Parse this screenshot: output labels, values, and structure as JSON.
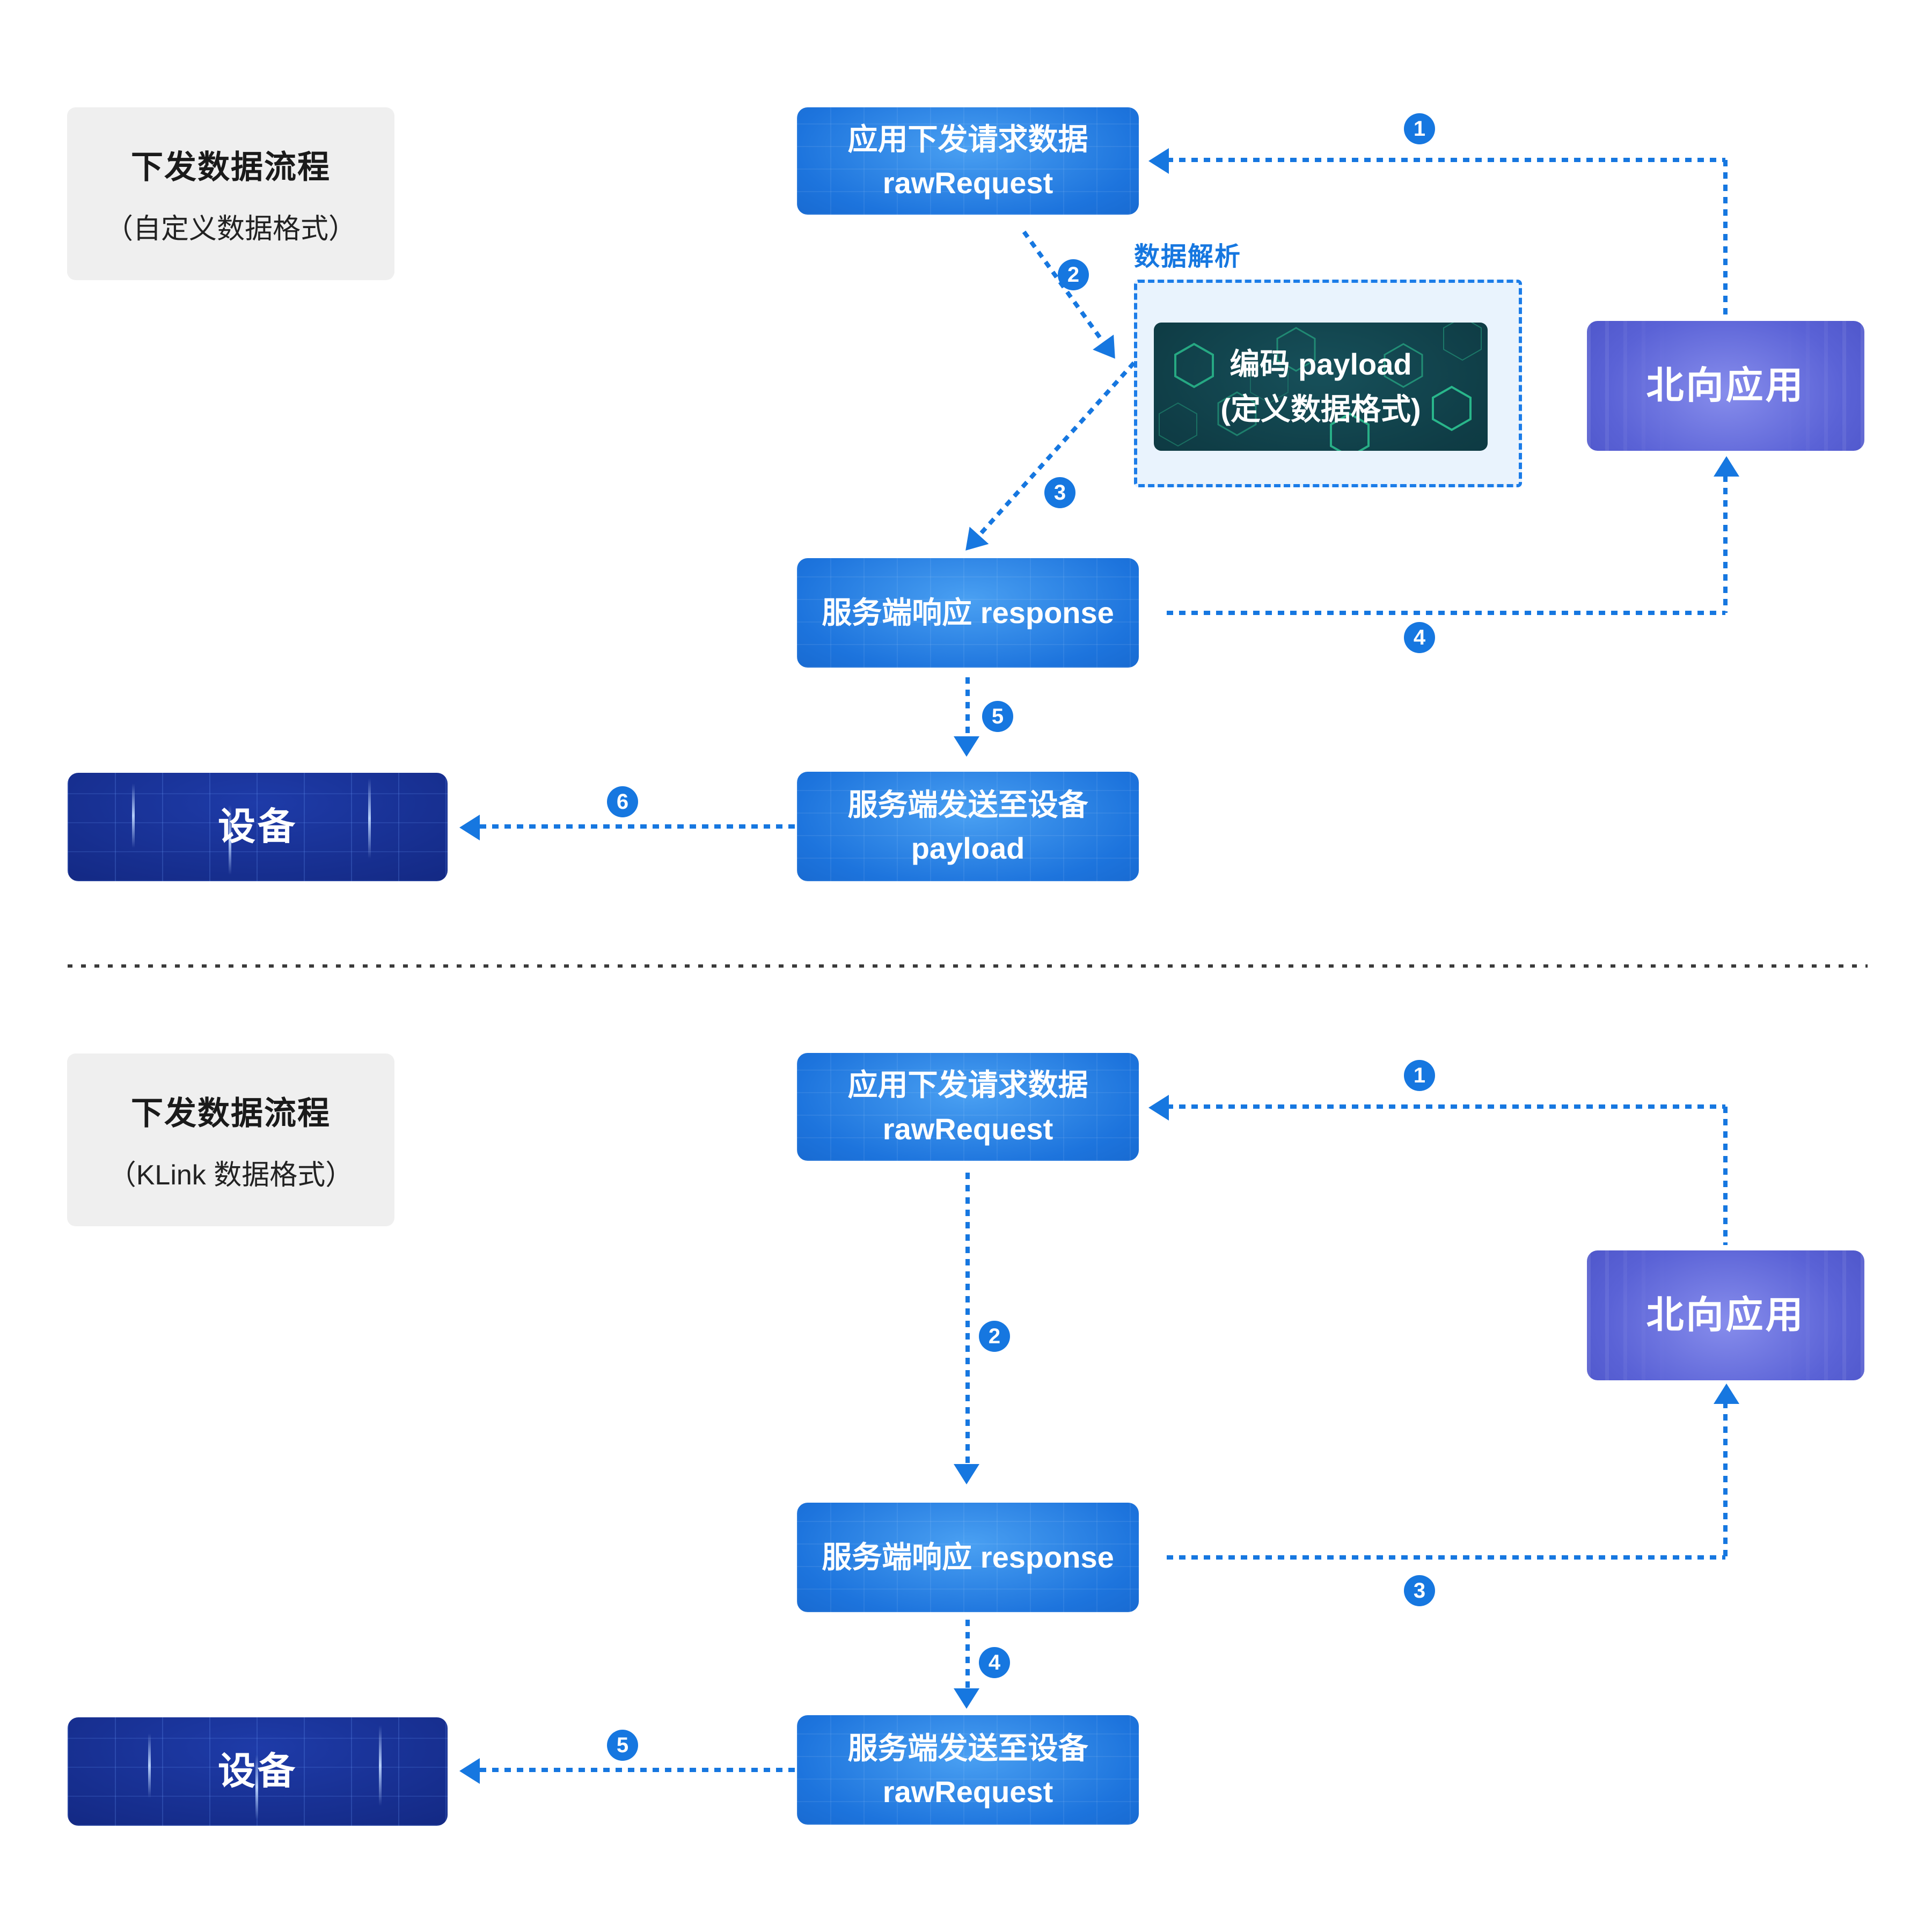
{
  "accent_color": "#1677e0",
  "divider_color": "#3a3a3a",
  "hex_green": "#2ecb96",
  "top": {
    "label": {
      "title": "下发数据流程",
      "subtitle": "（自定义数据格式）"
    },
    "request": {
      "line1": "应用下发请求数据",
      "line2": "rawRequest"
    },
    "parse_title": "数据解析",
    "payload": {
      "line1": "编码 payload",
      "line2": "(定义数据格式)"
    },
    "north": "北向应用",
    "response": "服务端响应 response",
    "send": {
      "line1": "服务端发送至设备",
      "line2": "payload"
    },
    "device": "设备",
    "badges": [
      "1",
      "2",
      "3",
      "4",
      "5",
      "6"
    ]
  },
  "bottom": {
    "label": {
      "title": "下发数据流程",
      "subtitle": "（KLink 数据格式）"
    },
    "request": {
      "line1": "应用下发请求数据",
      "line2": "rawRequest"
    },
    "north": "北向应用",
    "response": "服务端响应 response",
    "send": {
      "line1": "服务端发送至设备",
      "line2": "rawRequest"
    },
    "device": "设备",
    "badges": [
      "1",
      "2",
      "3",
      "4",
      "5"
    ]
  }
}
